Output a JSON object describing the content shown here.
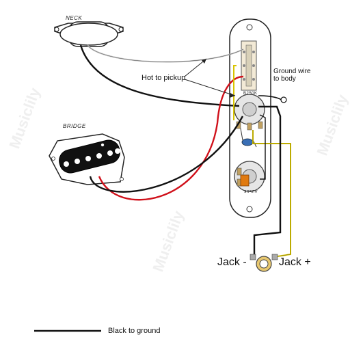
{
  "captions": {
    "neck": "NECK",
    "bridge": "BRIDGE"
  },
  "labels": {
    "hot_to_pickup": "Hot to pickup",
    "ground_wire": "Ground wire\nto body",
    "jack_minus": "Jack -",
    "jack_plus": "Jack +",
    "legend_black": "Black to ground"
  },
  "pot_markings": {
    "top_pot": "B250K",
    "bottom_pot": "A250K"
  },
  "watermark": "Musiclily",
  "colors": {
    "black_wire": "#111111",
    "red_wire": "#d0101a",
    "white_wire": "#bbbbbb",
    "yellow_wire": "#d8c400",
    "plate": "#ffffff",
    "cap": "#3a6fb5",
    "cap_orange": "#e07a10"
  }
}
